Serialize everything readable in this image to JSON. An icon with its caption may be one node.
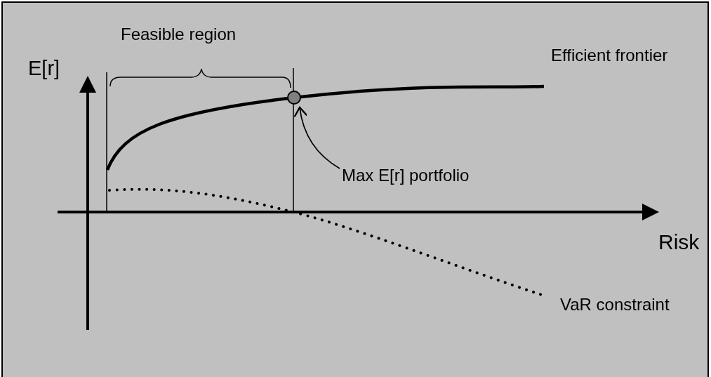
{
  "diagram": {
    "nodes": [
      {
        "text": [],
        "shape": "circle"
      },
      {
        "text": [
          "Max E[r] portfolio"
        ]
      }
    ],
    "edges": [
      {
        "from": 1,
        "to": 0,
        "arrow": "to"
      }
    ],
    "labels": [
      "Feasible region",
      "E[r]",
      "Efficient frontier",
      "Risk",
      "VaR constraint"
    ]
  }
}
